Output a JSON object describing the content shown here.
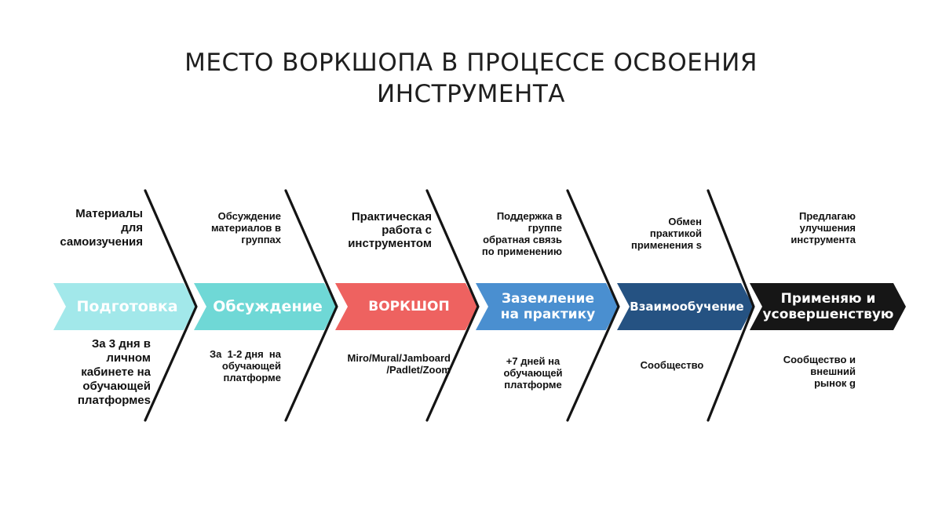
{
  "title": {
    "line1": "МЕСТО ВОРКШОПА В ПРОЦЕССЕ ОСВОЕНИЯ",
    "line2": "ИНСТРУМЕНТА"
  },
  "colors": {
    "stage1": "#a2e8ea",
    "stage2": "#6fd8d6",
    "stage3": "#ee6260",
    "stage4": "#4a8fd0",
    "stage5": "#255282",
    "stage6": "#161616",
    "divider": "#141414"
  },
  "stages": [
    {
      "label": "Подготовка",
      "top_text": "Материалы\nдля\nсамоизучения",
      "bottom_text": "За 3 дня в\nличном\nкабинете на\nобучающей\nплатформеs"
    },
    {
      "label": "Обсуждение",
      "top_text": "Обсуждение\nматериалов в\nгруппах",
      "bottom_text": "За  1-2 дня  на\nобучающей\nплатформе"
    },
    {
      "label": "ВОРКШОП",
      "top_text": "Практическая\nработа с\nинструментом",
      "bottom_text": "Miro/Mural/Jamboard\n/Padlet/Zoom"
    },
    {
      "label": "Заземление\nна практику",
      "top_text": "Поддержка в\nгруппе\nобратная связь\nпо применению",
      "bottom_text": "+7 дней на\nобучающей\nплатформе"
    },
    {
      "label": "Взаимообучение",
      "top_text": "Обмен\nпрактикой\nприменения s",
      "bottom_text": "Сообщество"
    },
    {
      "label": "Применяю и\nусовершенствую",
      "top_text": "Предлагаю\nулучшения\nинструмента",
      "bottom_text": "Сообщество и\nвнешний\nрынок g"
    }
  ]
}
